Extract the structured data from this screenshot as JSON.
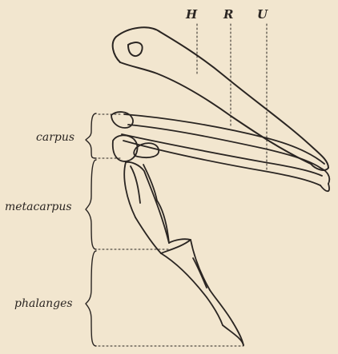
{
  "labels": {
    "humerus": "H",
    "radius": "R",
    "ulna": "U",
    "carpus": "carpus",
    "metacarpus": "metacarpus",
    "phalanges": "phalanges"
  },
  "colors": {
    "paper": "#f2e6cf",
    "ink": "#2a2522"
  }
}
